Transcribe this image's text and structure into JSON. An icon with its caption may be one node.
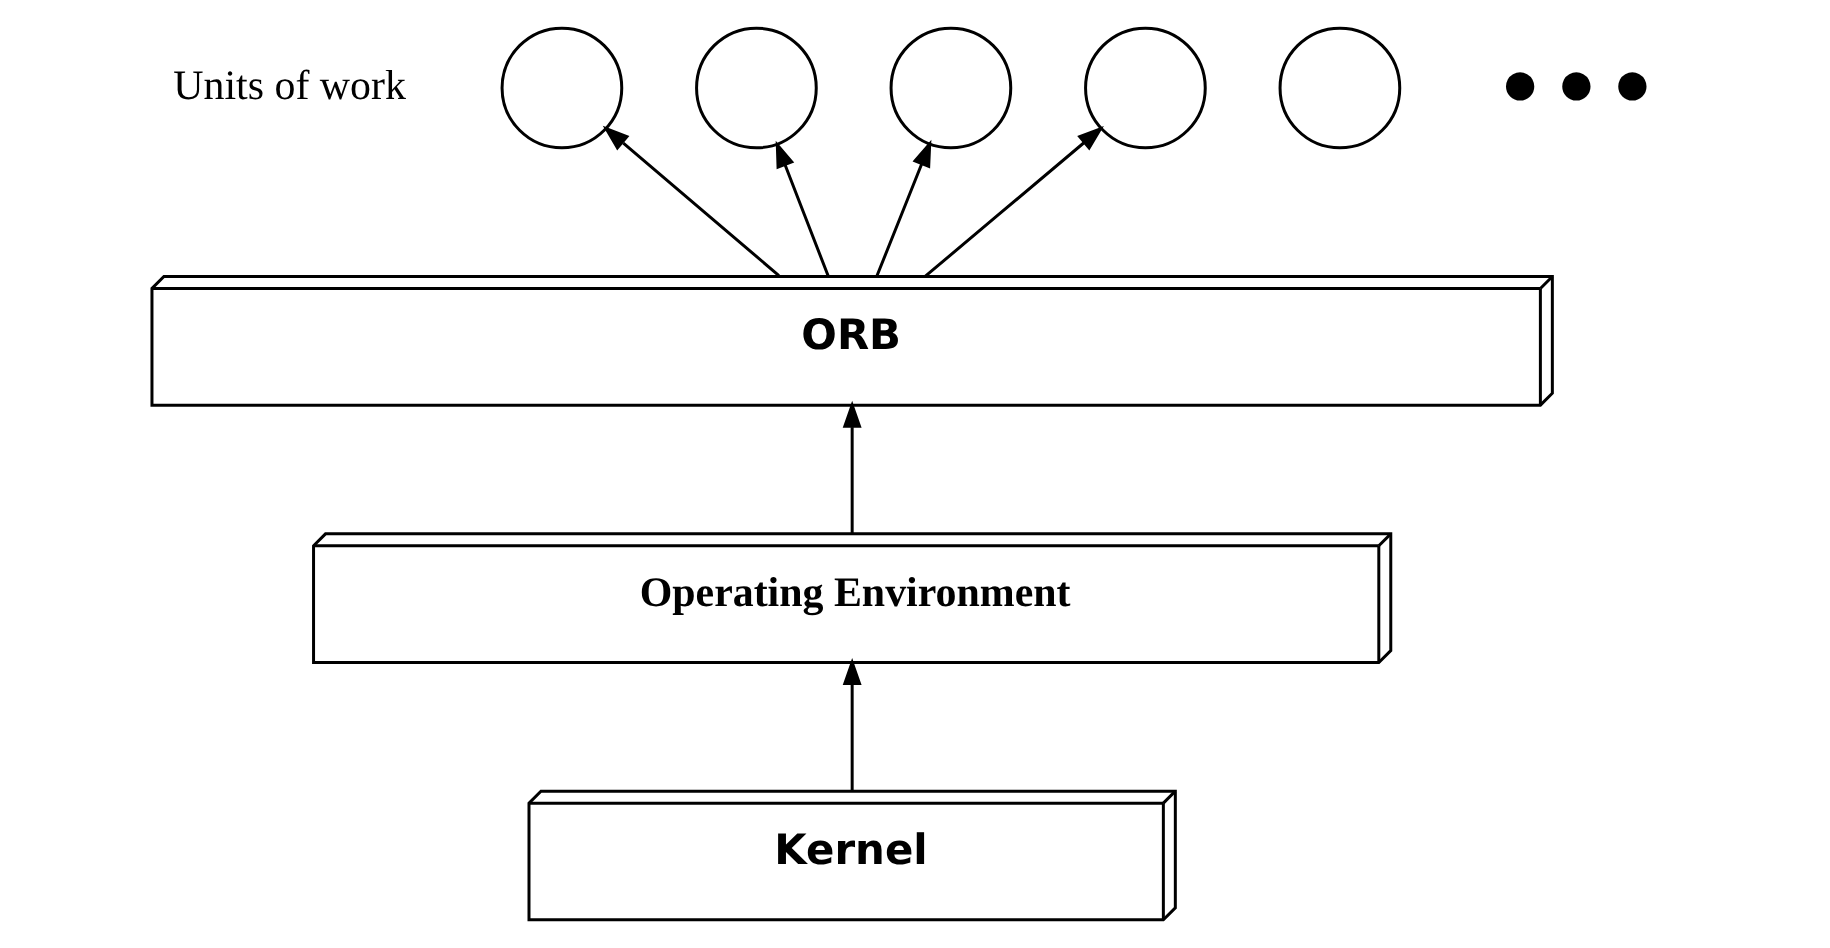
{
  "diagram": {
    "nodes": [
      {
        "text": [],
        "shape": "circle"
      },
      {
        "text": [],
        "shape": "circle"
      },
      {
        "text": [],
        "shape": "circle"
      },
      {
        "text": [],
        "shape": "circle"
      },
      {
        "text": [],
        "shape": "circle"
      },
      {
        "text": [
          "ORB"
        ]
      },
      {
        "text": [
          "Operating Environment"
        ]
      },
      {
        "text": [
          "Kernel"
        ]
      }
    ],
    "edges": [
      {
        "from": 5,
        "to": 0,
        "arrow": "to"
      },
      {
        "from": 5,
        "to": 1,
        "arrow": "to"
      },
      {
        "from": 5,
        "to": 2,
        "arrow": "to"
      },
      {
        "from": 5,
        "to": 3,
        "arrow": "to"
      },
      {
        "from": 6,
        "to": 5,
        "arrow": "to"
      },
      {
        "from": 7,
        "to": 6,
        "arrow": "to"
      }
    ],
    "labels": [
      "Units of work",
      "● ● ●"
    ]
  }
}
